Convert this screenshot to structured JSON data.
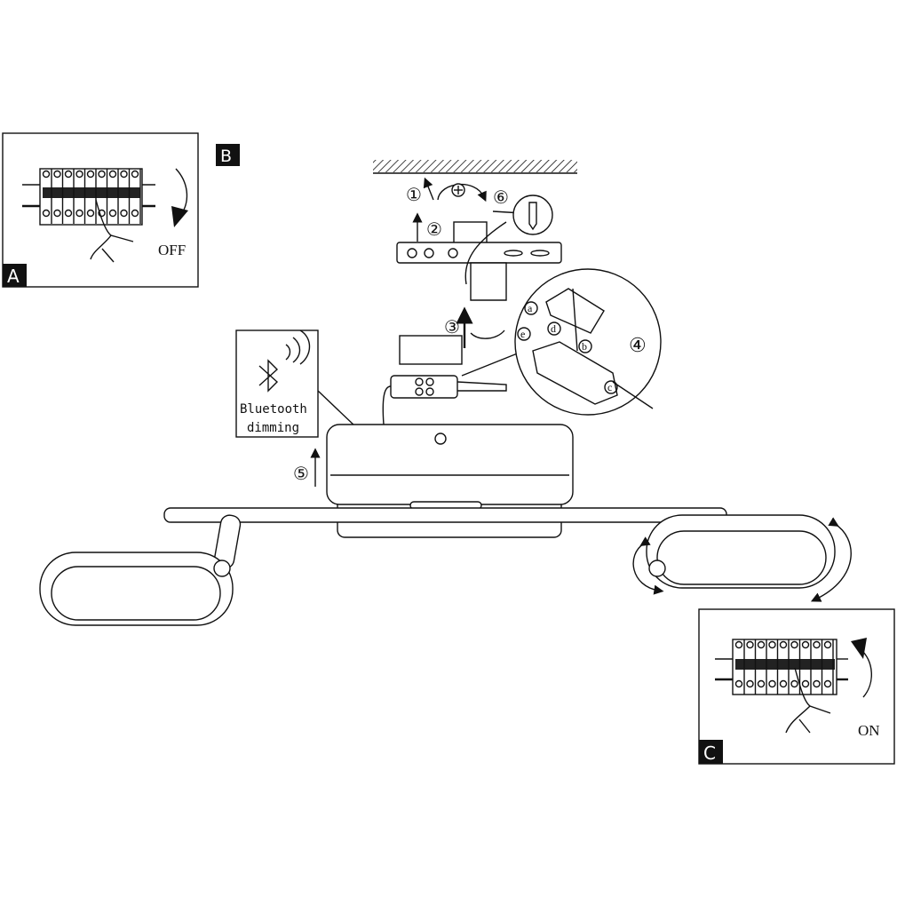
{
  "panels": {
    "a": {
      "label": "A",
      "action": "OFF"
    },
    "b": {
      "label": "B"
    },
    "c": {
      "label": "C",
      "action": "ON"
    }
  },
  "bluetooth": {
    "line1": "Bluetooth",
    "line2": "dimming"
  },
  "steps": {
    "s1": "①",
    "s2": "②",
    "s3": "③",
    "s4": "④",
    "s5": "⑤",
    "s6": "⑥"
  },
  "detail_letters": {
    "a": "a",
    "b": "b",
    "c": "c",
    "d": "d",
    "e": "e"
  }
}
